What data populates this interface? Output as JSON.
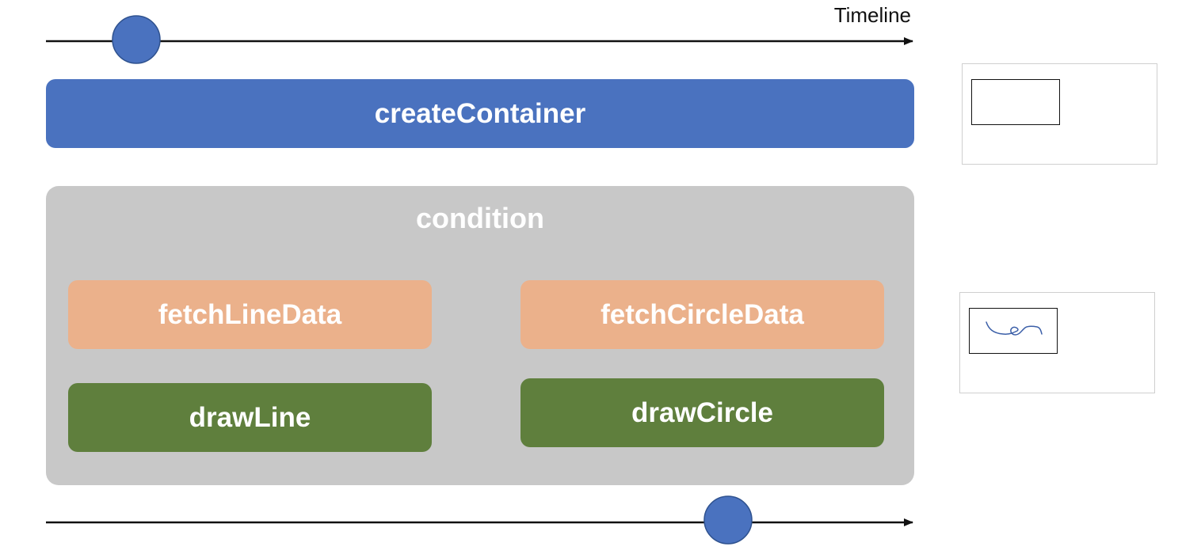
{
  "timeline": {
    "label": "Timeline"
  },
  "blocks": {
    "create_container": "createContainer",
    "condition": "condition",
    "fetch_line_data": "fetchLineData",
    "fetch_circle_data": "fetchCircleData",
    "draw_line": "drawLine",
    "draw_circle": "drawCircle"
  },
  "colors": {
    "marker": "#4a72bf",
    "create_container": "#4a72bf",
    "condition": "#c8c8c8",
    "fetch": "#ebb18b",
    "draw": "#5f7f3d",
    "sketch_stroke": "#3b5fa8"
  },
  "previews": {
    "top": "empty-container-preview",
    "bottom": "drawn-line-and-circle-preview"
  }
}
